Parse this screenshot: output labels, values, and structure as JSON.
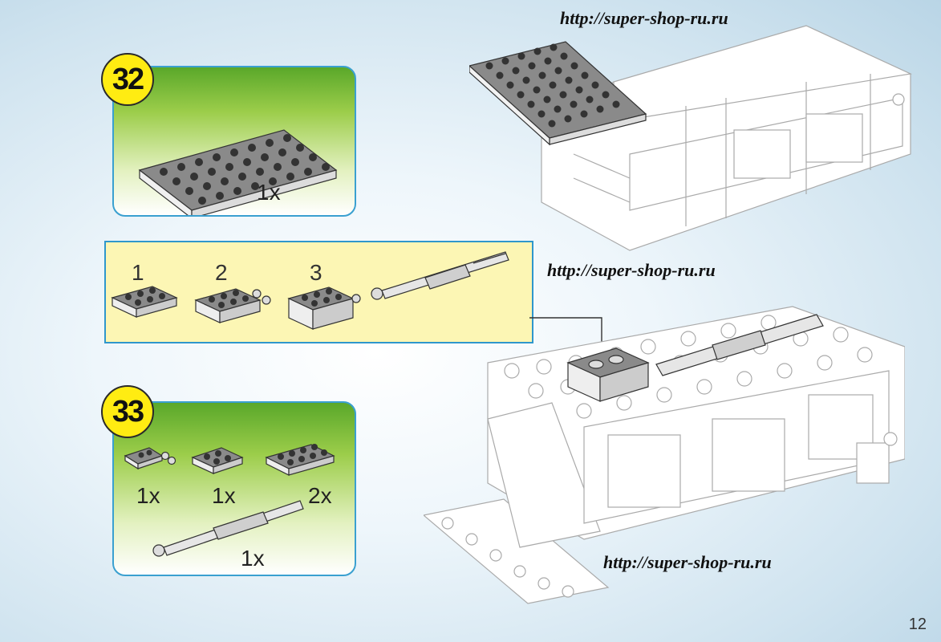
{
  "watermarks": {
    "top": "http://super-shop-ru.ru",
    "middle": "http://super-shop-ru.ru",
    "bottom": "http://super-shop-ru.ru"
  },
  "step32": {
    "number": "32",
    "qty": "1x"
  },
  "subassembly": {
    "labels": [
      "1",
      "2",
      "3"
    ]
  },
  "step33": {
    "number": "33",
    "qty1": "1x",
    "qty2": "1x",
    "qty3": "2x",
    "qty4": "1x"
  },
  "page_number": "12",
  "colors": {
    "panel_border": "#3aa0d0",
    "badge": "#ffec12",
    "subpanel_bg": "#fcf6b4",
    "brick_grey": "#7a7a7a"
  }
}
